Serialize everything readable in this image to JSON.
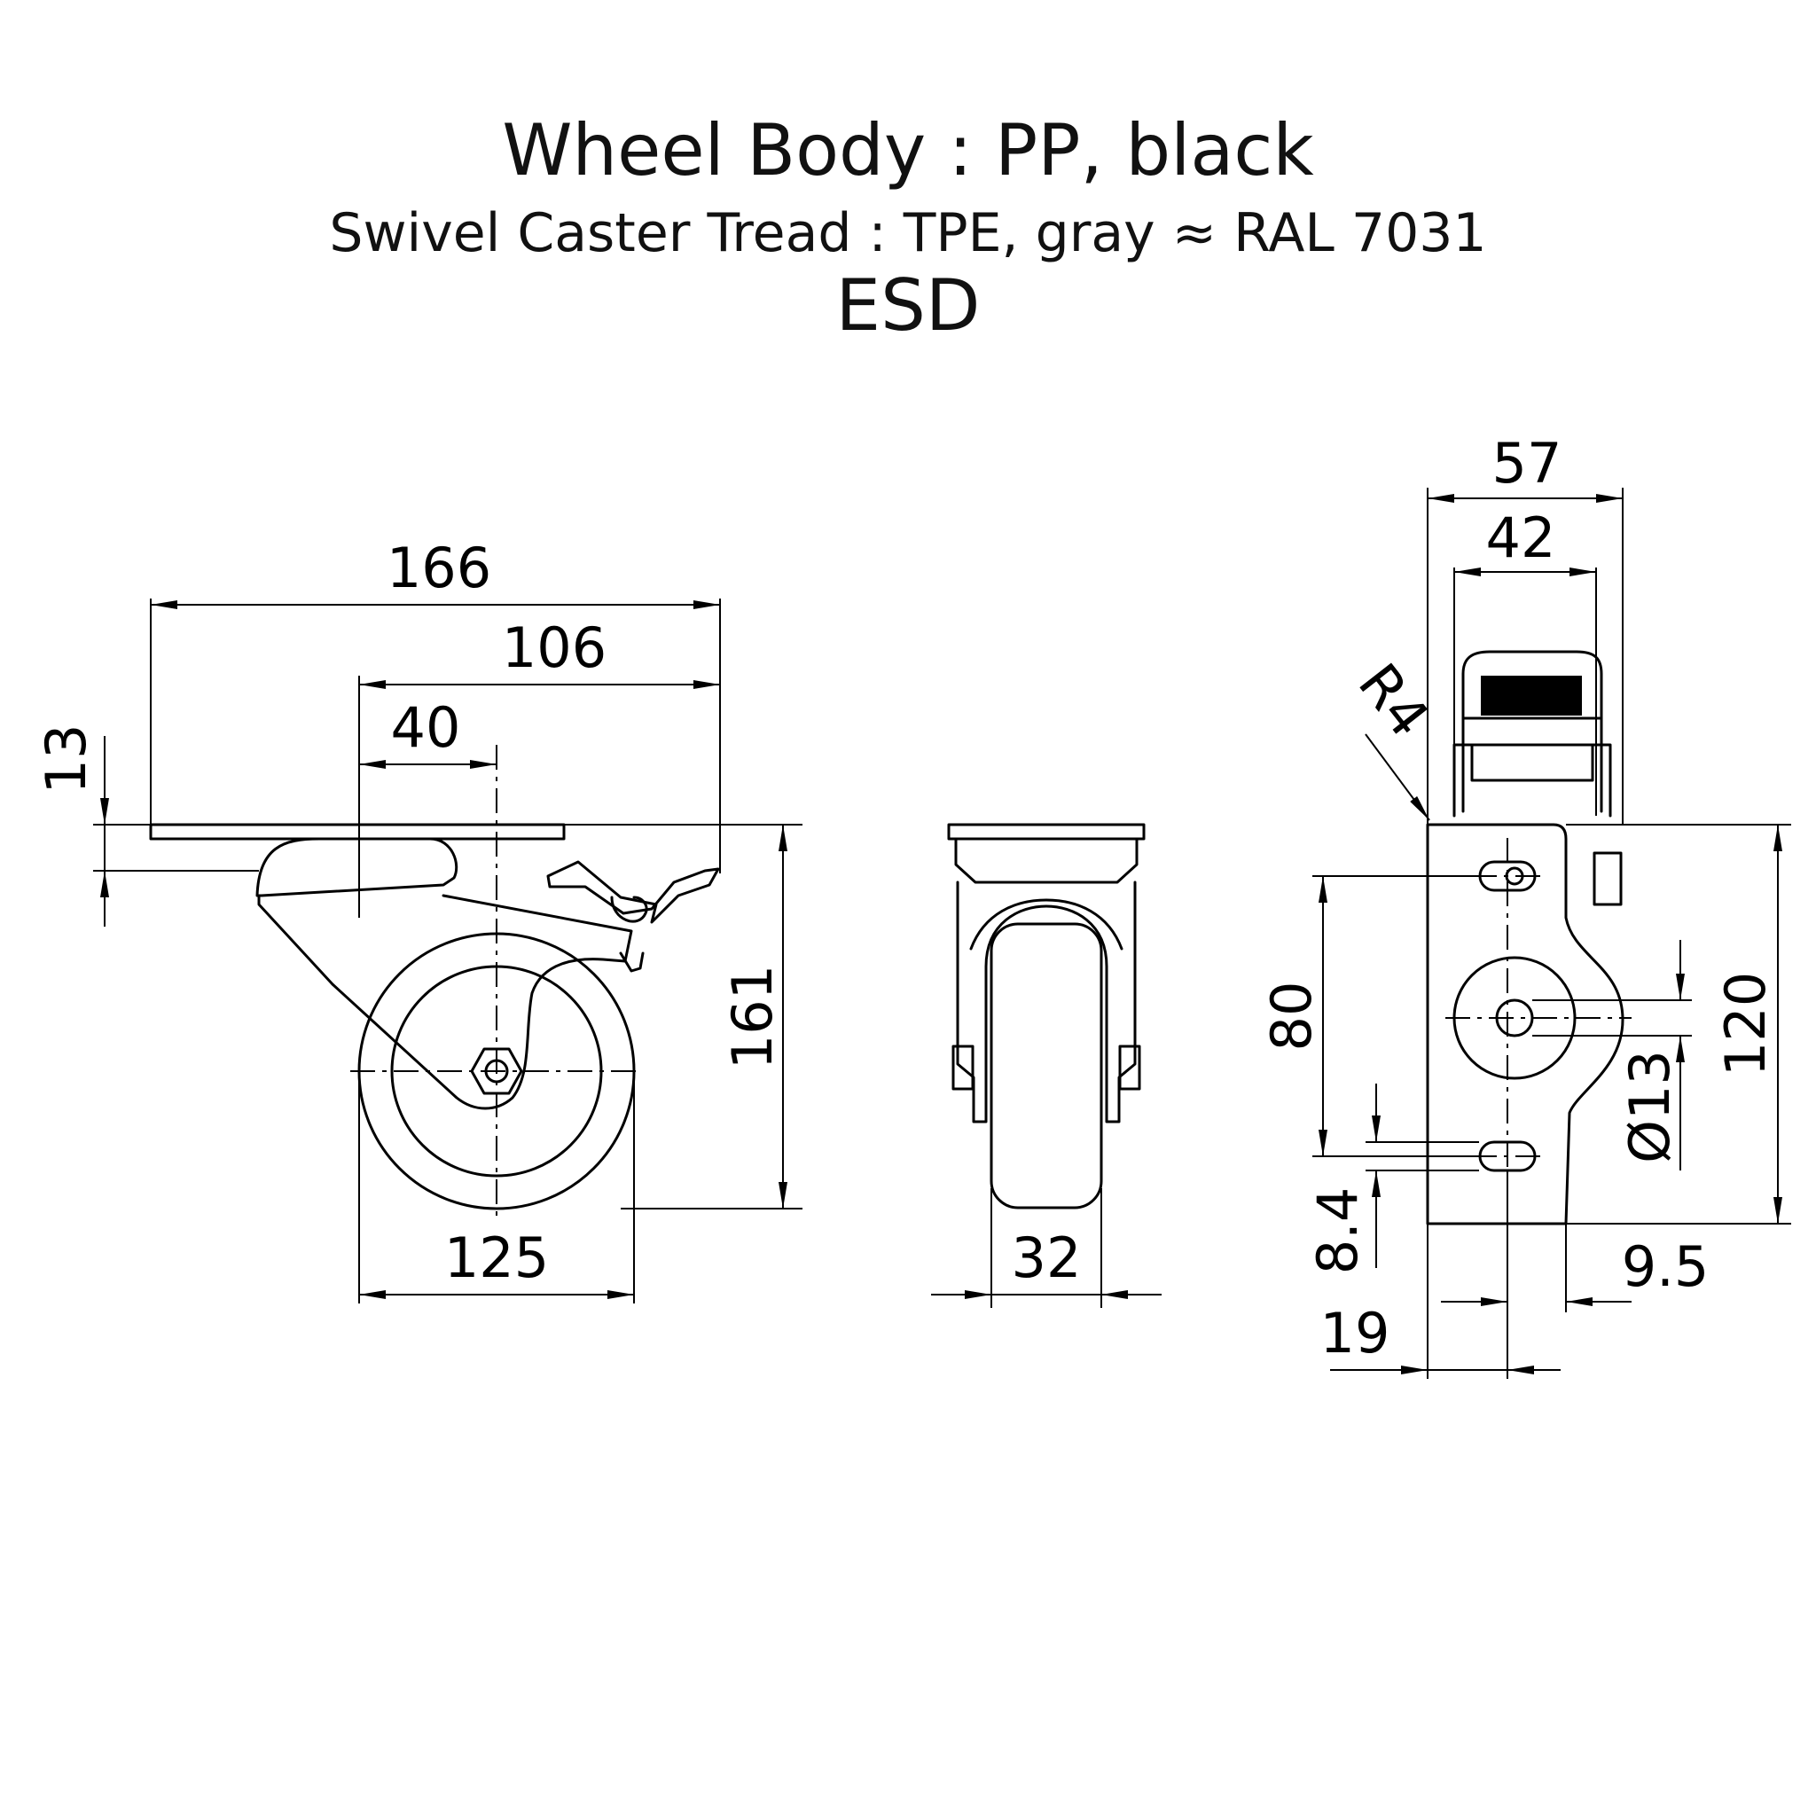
{
  "title": {
    "wheel_body": "Wheel Body : PP, black",
    "tread": "Swivel Caster Tread : TPE, gray ≈ RAL 7031",
    "esd": "ESD"
  },
  "side_view": {
    "overall_length": "166",
    "plate_offset": "106",
    "swivel_offset": "40",
    "plate_thickness": "13",
    "overall_height": "161",
    "wheel_diameter": "125"
  },
  "front_view": {
    "wheel_width": "32"
  },
  "top_plate_view": {
    "plate_width": "57",
    "hole_spacing_width": "42",
    "corner_radius": "R4",
    "hole_spacing_length": "80",
    "plate_length": "120",
    "center_hole": "Ø13",
    "slot_width": "8.4",
    "slot_offset": "9.5",
    "edge_distance": "19"
  }
}
